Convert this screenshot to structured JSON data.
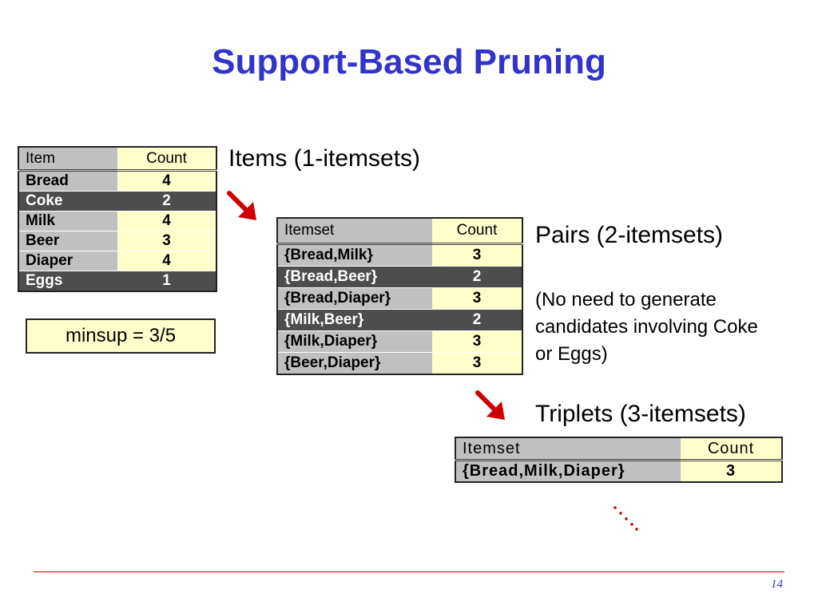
{
  "title": "Support-Based Pruning",
  "items_section": {
    "caption": "Items (1-itemsets)",
    "headers": {
      "item": "Item",
      "count": "Count"
    },
    "rows": [
      {
        "item": "Bread",
        "count": "4",
        "pruned": false
      },
      {
        "item": "Coke",
        "count": "2",
        "pruned": true
      },
      {
        "item": "Milk",
        "count": "4",
        "pruned": false
      },
      {
        "item": "Beer",
        "count": "3",
        "pruned": false
      },
      {
        "item": "Diaper",
        "count": "4",
        "pruned": false
      },
      {
        "item": "Eggs",
        "count": "1",
        "pruned": true
      }
    ]
  },
  "minsup": "minsup = 3/5",
  "pairs_section": {
    "caption": "Pairs (2-itemsets)",
    "note_lines": [
      "(No need to generate",
      "candidates involving Coke",
      "or Eggs)"
    ],
    "headers": {
      "itemset": "Itemset",
      "count": "Count"
    },
    "rows": [
      {
        "itemset": "{Bread,Milk}",
        "count": "3",
        "pruned": false
      },
      {
        "itemset": "{Bread,Beer}",
        "count": "2",
        "pruned": true
      },
      {
        "itemset": "{Bread,Diaper}",
        "count": "3",
        "pruned": false
      },
      {
        "itemset": "{Milk,Beer}",
        "count": "2",
        "pruned": true
      },
      {
        "itemset": "{Milk,Diaper}",
        "count": "3",
        "pruned": false
      },
      {
        "itemset": "{Beer,Diaper}",
        "count": "3",
        "pruned": false
      }
    ]
  },
  "triplets_section": {
    "caption": "Triplets (3-itemsets)",
    "headers": {
      "itemset": "Itemset",
      "count": "Count"
    },
    "rows": [
      {
        "itemset": "{Bread,Milk,Diaper}",
        "count": "3",
        "pruned": false
      }
    ]
  },
  "continuation": "….",
  "page_number": "14",
  "colors": {
    "title": "#3333cc",
    "pruned_row": "#4d4d4d",
    "count_cell": "#ffffcc",
    "item_cell": "#c0c0c0",
    "arrow": "#cc0000",
    "footer_line": "#cc0000"
  },
  "icons": [
    "arrow-down-right-icon",
    "ellipsis-icon"
  ]
}
